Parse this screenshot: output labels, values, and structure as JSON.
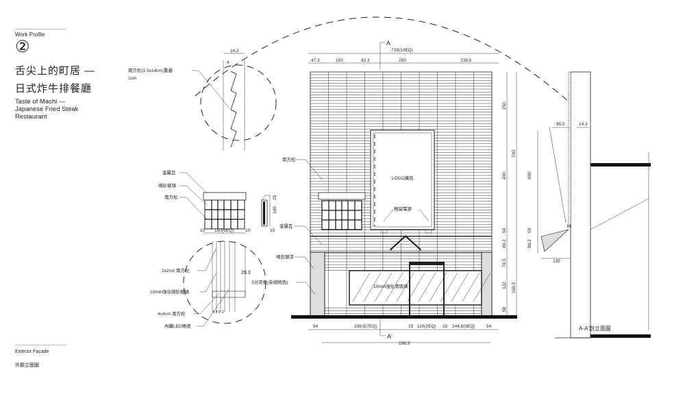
{
  "profile": {
    "label": "Work Profile",
    "number": "②",
    "title_zh_1": "舌尖上的町居 —",
    "title_zh_2": "日式炸牛排餐廳",
    "title_en": "Taste of Machi — Japanese Fried Steak Restaurant",
    "section_en": "Exterior Facade",
    "section_zh": "外觀立面圖"
  },
  "drawing": {
    "section_marker_top": "A",
    "section_marker_bottom": "A'",
    "top_dims": {
      "total": "729(10EQ)",
      "d1": "47.3",
      "d2": "150",
      "d3": "42.3",
      "d4": "250",
      "d5": "239.5"
    },
    "bottom_dims": {
      "d1": "54",
      "d2": "336.5(7EQ)",
      "d3": "15",
      "d4": "110(2EQ)",
      "d5": "15",
      "d6": "144.5(3EQ)",
      "d7": "54",
      "total": "106.3"
    },
    "right_dims": {
      "d1": "250",
      "d2": "400",
      "d3": "50",
      "d4": "80.2",
      "d5": "76.5",
      "d6": "132",
      "d7": "58",
      "t1": "700",
      "t2": "266.5"
    },
    "labels": {
      "pine": "南方松",
      "metal_tile": "金屬瓦",
      "logo": "LOGO廣告",
      "power": "預留電源",
      "stone_paint": "噴石頭漆",
      "plywood": "3分夾板(染胡桃色)",
      "tempered_glass": "10mm強化清玻璃"
    },
    "detail_shingle": {
      "label": "南方松(2.5x14cm)重疊",
      "label2": "1cm",
      "dim": "14.3",
      "dim2": "4"
    },
    "detail_window": {
      "metal_tile": "金屬瓦",
      "frosted_glass": "噴砂玻璃",
      "pine": "南方松",
      "width": "150(6EQ)",
      "side_l": "10",
      "side_r": "10",
      "h1": "25",
      "h2": "100",
      "depth": "15"
    },
    "detail_door": {
      "pine_2x2": "2x2cm 南方松",
      "glass": "10mm強化噴砂玻璃",
      "pine_4x4": "4x4cm 南方松",
      "led": "內藏LED條燈",
      "height": "29.3",
      "dims": "4 4 5 2"
    },
    "section": {
      "title": "A-A'剖立面圖",
      "d1": "85.5",
      "d2": "14.3",
      "d3": "400",
      "d4": "50",
      "d5": "80.2",
      "d6": "135",
      "d7": "15"
    }
  }
}
